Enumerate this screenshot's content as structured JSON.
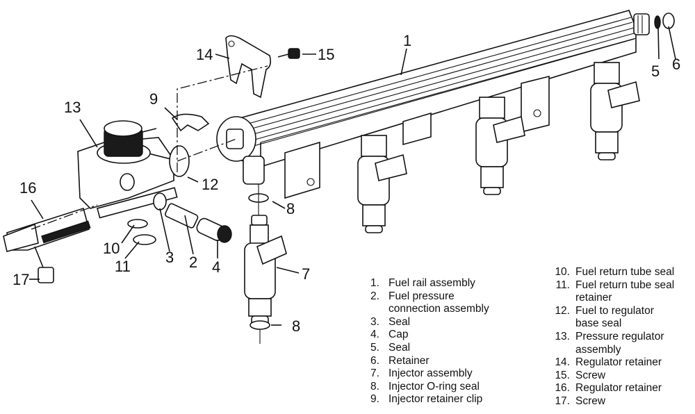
{
  "diagram": {
    "title": "Fuel rail assembly exploded view",
    "callouts": [
      "1",
      "2",
      "3",
      "4",
      "5",
      "6",
      "7",
      "8",
      "8",
      "9",
      "10",
      "11",
      "12",
      "13",
      "14",
      "15",
      "16",
      "17"
    ]
  },
  "legend_left": [
    {
      "num": "1.",
      "label": "Fuel rail assembly"
    },
    {
      "num": "2.",
      "label": "Fuel pressure\nconnection assembly"
    },
    {
      "num": "3.",
      "label": "Seal"
    },
    {
      "num": "4.",
      "label": "Cap"
    },
    {
      "num": "5.",
      "label": "Seal"
    },
    {
      "num": "6.",
      "label": "Retainer"
    },
    {
      "num": "7.",
      "label": "Injector assembly"
    },
    {
      "num": "8.",
      "label": "Injector O-ring seal"
    },
    {
      "num": "9.",
      "label": "Injector retainer clip"
    }
  ],
  "legend_right": [
    {
      "num": "10.",
      "label": "Fuel return tube seal"
    },
    {
      "num": "11.",
      "label": "Fuel return tube seal\nretainer"
    },
    {
      "num": "12.",
      "label": "Fuel to regulator\nbase seal"
    },
    {
      "num": "13.",
      "label": "Pressure regulator\nassembly"
    },
    {
      "num": "14.",
      "label": "Regulator retainer"
    },
    {
      "num": "15.",
      "label": "Screw"
    },
    {
      "num": "16.",
      "label": "Regulator retainer"
    },
    {
      "num": "17.",
      "label": "Screw"
    }
  ]
}
